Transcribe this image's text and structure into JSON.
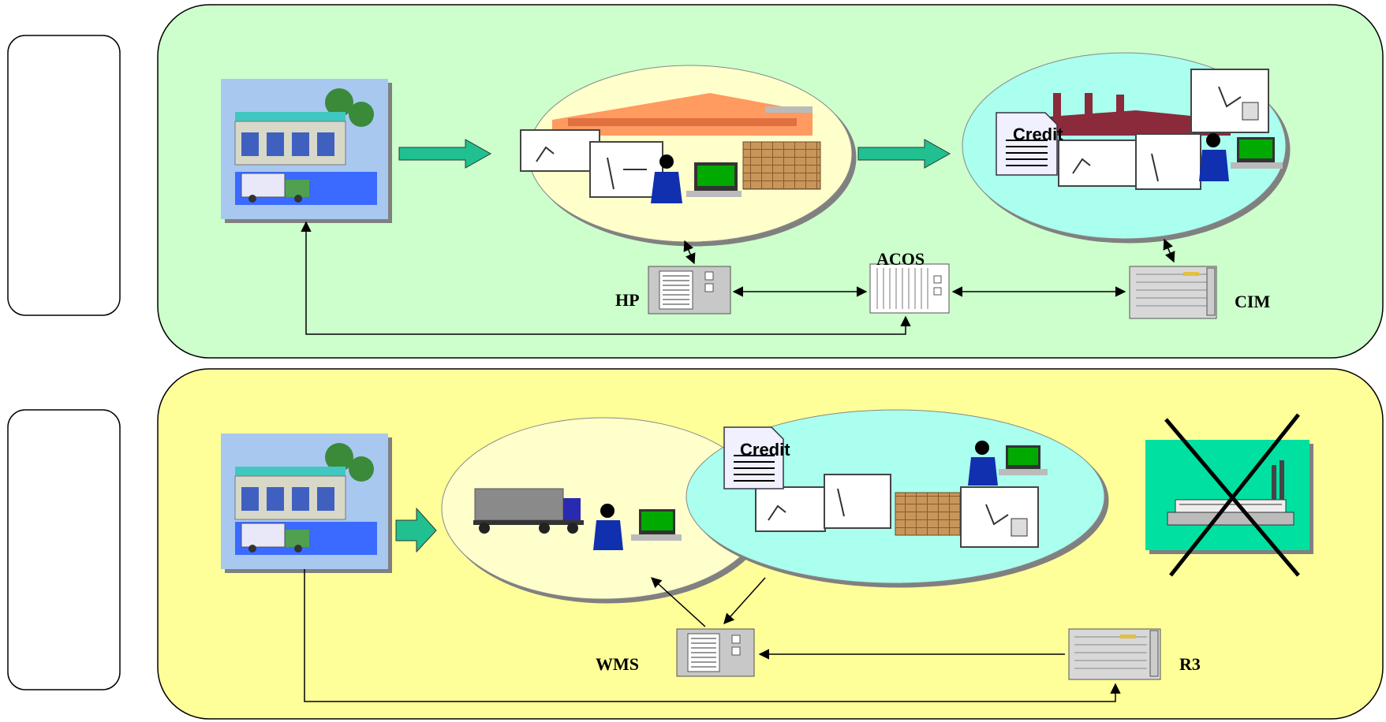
{
  "labels": {
    "hp": "HP",
    "acos": "ACOS",
    "cim": "CIM",
    "wms": "WMS",
    "r3": "R3",
    "credit_top": "Credit",
    "credit_bottom": "Credit"
  },
  "colors": {
    "top_panel": "#ccffcc",
    "bottom_panel": "#ffff99",
    "warehouse_ellipse": "#ffffcc",
    "factory_ellipse": "#aaffee",
    "arrow_fill": "#20c090",
    "store_bg": "#a8c8f0",
    "factory_bg": "#00e0a0"
  },
  "icons": [
    "store-icon",
    "warehouse-icon",
    "factory-icon",
    "server-icon",
    "document-icon",
    "worker-icon",
    "truck-icon",
    "pallet-icon",
    "cross-icon"
  ]
}
